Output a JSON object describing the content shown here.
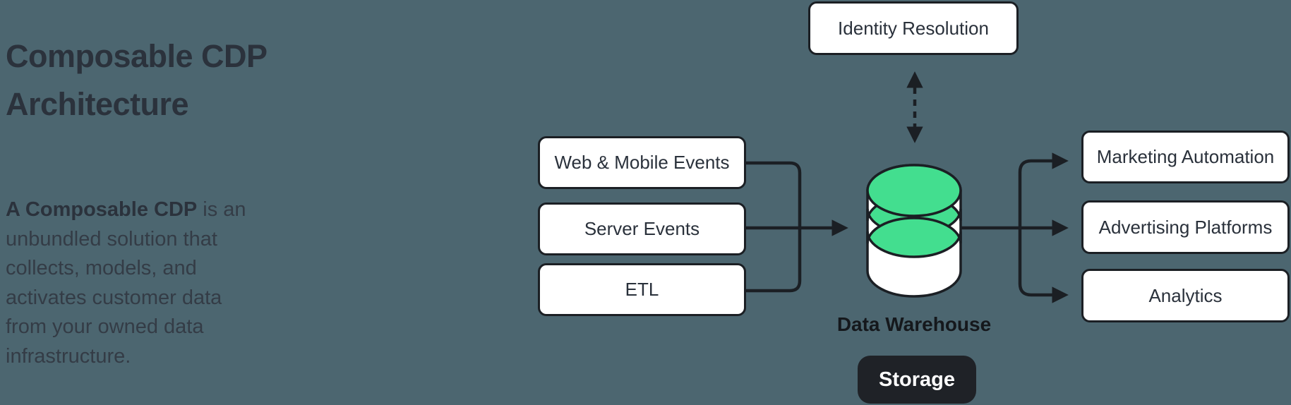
{
  "page": {
    "background_color": "#4C6670",
    "ink_color": "#1B1F24",
    "accent_green": "#43DE8F",
    "node_fill": "#FFFFFF",
    "node_text_color": "#2A313B",
    "pill_bg": "#1F2227",
    "pill_text_color": "#FFFFFF"
  },
  "intro": {
    "title": "Composable CDP Architecture",
    "lead_bold": "A Composable CDP",
    "lead_rest": " is an\nunbundled solution that\ncollects, models, and\nactivates customer data\nfrom your owned data\ninfrastructure."
  },
  "diagram": {
    "identity": {
      "label": "Identity Resolution"
    },
    "sources": [
      {
        "label": "Web & Mobile Events"
      },
      {
        "label": "Server Events"
      },
      {
        "label": "ETL"
      }
    ],
    "warehouse": {
      "label": "Data Warehouse",
      "badge": "Storage",
      "icon": "database-cylinder-icon"
    },
    "destinations": [
      {
        "label": "Marketing Automation"
      },
      {
        "label": "Advertising Platforms"
      },
      {
        "label": "Analytics"
      }
    ]
  }
}
